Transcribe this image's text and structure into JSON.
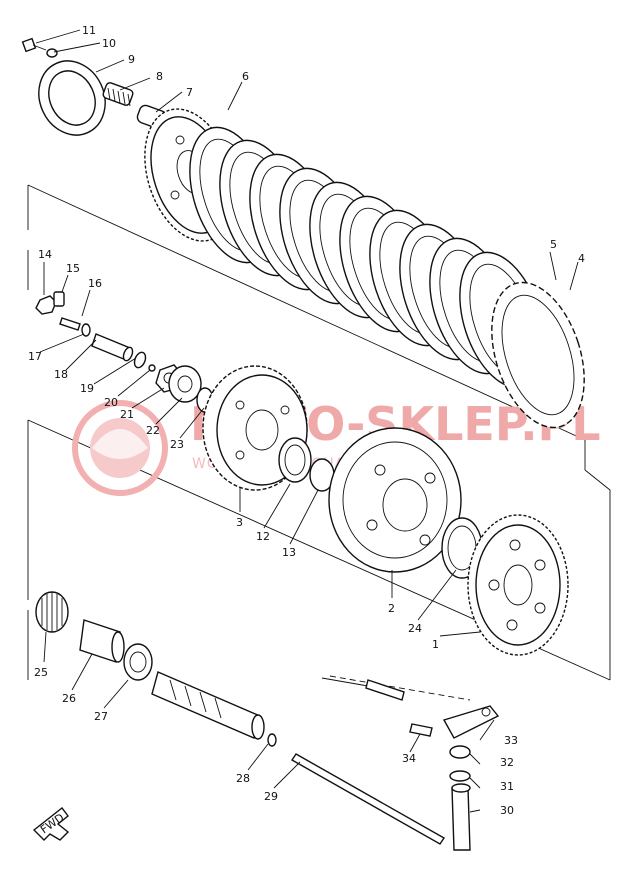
{
  "watermark": {
    "title": "MOTO-SKLEP.PL",
    "subtitle": "WORLD CLASS QUALITY YAMAHA"
  },
  "fwd_label": "FWD",
  "callouts": {
    "c1": "1",
    "c2": "2",
    "c3": "3",
    "c4": "4",
    "c5": "5",
    "c6": "6",
    "c7": "7",
    "c8": "8",
    "c9": "9",
    "c10": "10",
    "c11": "11",
    "c12": "12",
    "c13": "13",
    "c14": "14",
    "c15": "15",
    "c16": "16",
    "c17": "17",
    "c18": "18",
    "c19": "19",
    "c20": "20",
    "c21": "21",
    "c22": "22",
    "c23": "23",
    "c24": "24",
    "c25": "25",
    "c26": "26",
    "c27": "27",
    "c28": "28",
    "c29": "29",
    "c30": "30",
    "c31": "31",
    "c32": "32",
    "c33": "33",
    "c34": "34"
  },
  "colors": {
    "line": "#111111",
    "watermark": "#e58a8a"
  }
}
